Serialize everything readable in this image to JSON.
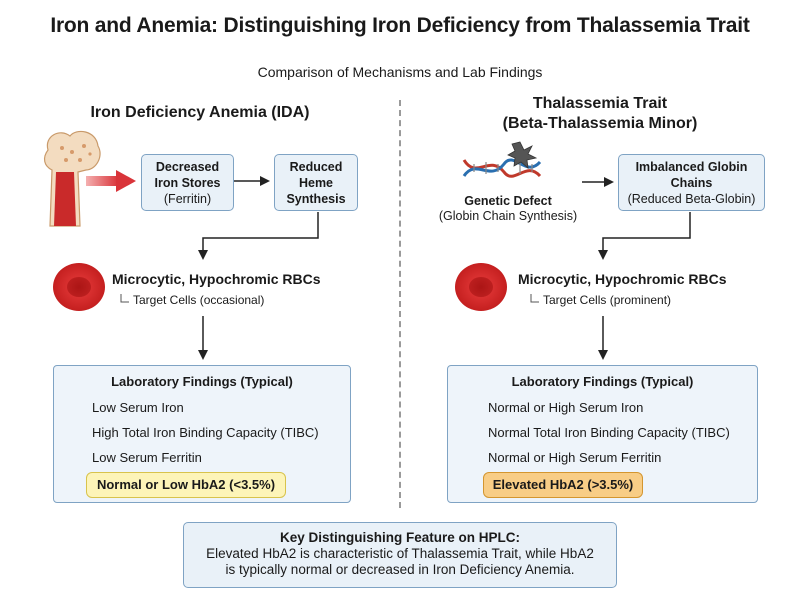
{
  "title": "Iron and Anemia: Distinguishing Iron Deficiency from Thalassemia Trait",
  "subtitle": "Comparison of Mechanisms and Lab Findings",
  "left": {
    "heading": "Iron Deficiency Anemia (IDA)",
    "box1_line1": "Decreased",
    "box1_line2": "Iron Stores",
    "box1_line3": "(Ferritin)",
    "box2_line1": "Reduced",
    "box2_line2": "Heme",
    "box2_line3": "Synthesis",
    "rbc_title": "Microcytic, Hypochromic RBCs",
    "rbc_sub": "Target Cells (occasional)",
    "lab_title": "Laboratory Findings (Typical)",
    "lab_items": [
      "Low Serum Iron",
      "High Total Iron Binding Capacity (TIBC)",
      "Low Serum Ferritin"
    ],
    "highlight": "Normal or Low HbA2 (<3.5%)"
  },
  "right": {
    "heading_line1": "Thalassemia Trait",
    "heading_line2": "(Beta-Thalassemia Minor)",
    "genetic_line1": "Genetic Defect",
    "genetic_line2": "(Globin Chain Synthesis)",
    "box_line1": "Imbalanced Globin",
    "box_line2": "Chains",
    "box_line3": "(Reduced Beta-Globin)",
    "rbc_title": "Microcytic, Hypochromic RBCs",
    "rbc_sub": "Target Cells (prominent)",
    "lab_title": "Laboratory Findings (Typical)",
    "lab_items": [
      "Normal or High Serum Iron",
      "Normal Total Iron Binding Capacity (TIBC)",
      "Normal or High Serum Ferritin"
    ],
    "highlight": "Elevated HbA2 (>3.5%)"
  },
  "key": {
    "title": "Key Distinguishing Feature on HPLC:",
    "line1": "Elevated HbA2 is characteristic of Thalassemia Trait, while HbA2",
    "line2": "is typically normal or decreased in Iron Deficiency Anemia."
  },
  "colors": {
    "box_fill": "#e9f1f8",
    "box_border": "#7fa3c4",
    "rbc_red": "#d42a2a",
    "arrow_red": "#d9343a",
    "highlight_yellow": "#fdf4b8",
    "highlight_orange": "#f8cd86"
  },
  "icons": [
    "bone-marrow-icon",
    "red-blood-cell-icon",
    "dna-helix-icon",
    "hplc-vial-icon",
    "hplc-peak-icon"
  ]
}
